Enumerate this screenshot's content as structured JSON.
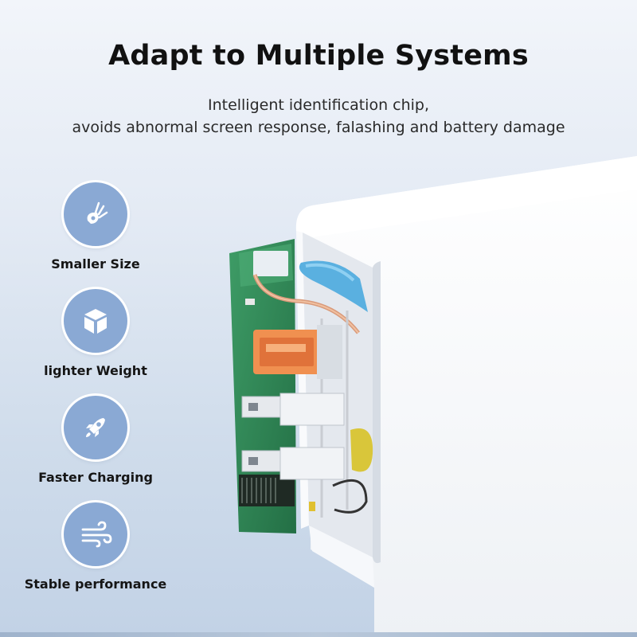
{
  "header": {
    "title": "Adapt to Multiple Systems",
    "subtitle_line1": "Intelligent identification chip,",
    "subtitle_line2": "avoids abnormal screen response, falashing and battery damage"
  },
  "features": [
    {
      "icon": "plug-hand-icon",
      "label": "Smaller Size"
    },
    {
      "icon": "cube-icon",
      "label": "lighter Weight"
    },
    {
      "icon": "rocket-icon",
      "label": "Faster Charging"
    },
    {
      "icon": "wind-icon",
      "label": "Stable performance"
    }
  ],
  "colors": {
    "icon_circle": "#8aa9d4",
    "pcb_green": "#2f8a58",
    "usb_orange": "#e8823f",
    "capacitor_blue": "#5ab0e0"
  }
}
